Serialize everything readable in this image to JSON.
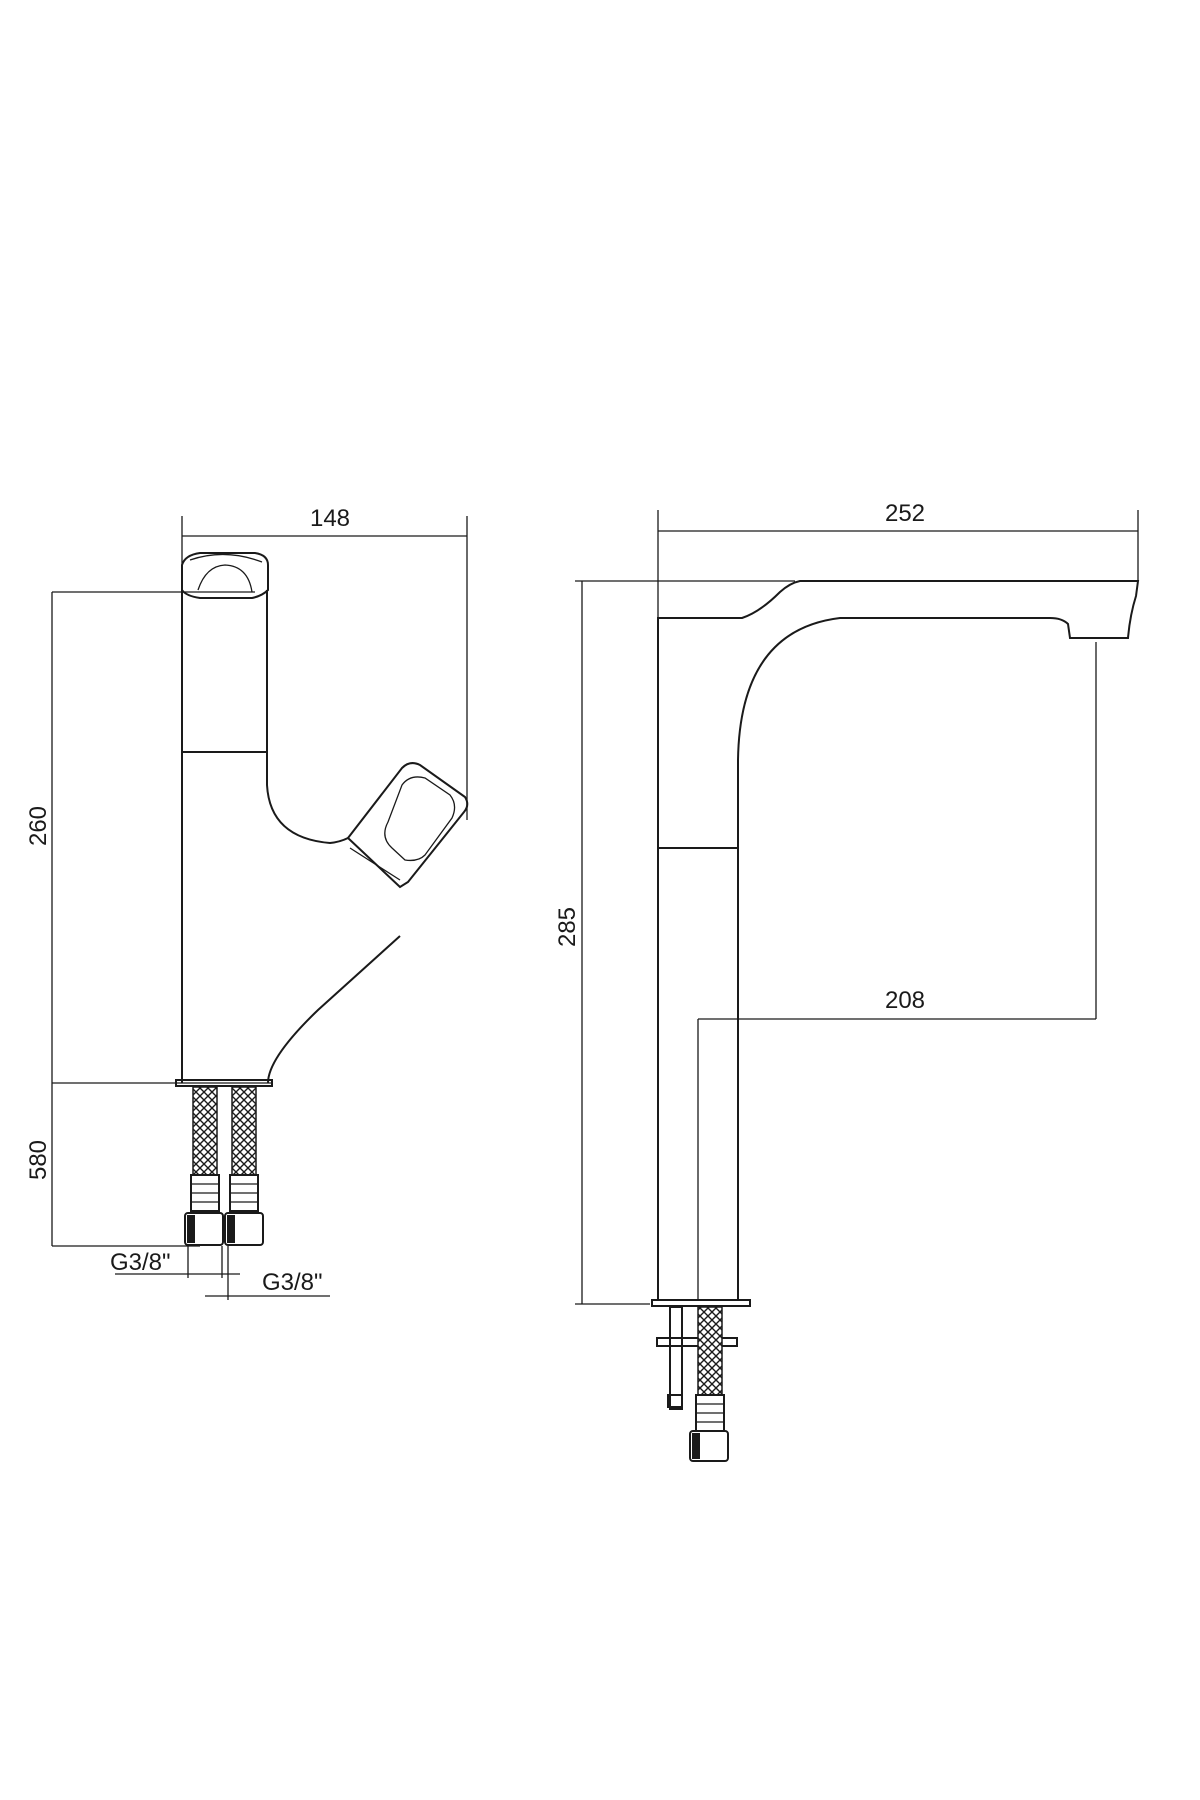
{
  "front_view": {
    "width_dim": "148",
    "height_dim": "260",
    "hose_length_dim": "580",
    "thread_left": "G3/8\"",
    "thread_right": "G3/8\""
  },
  "side_view": {
    "reach_dim": "252",
    "height_dim": "285",
    "spout_reach_dim": "208"
  }
}
